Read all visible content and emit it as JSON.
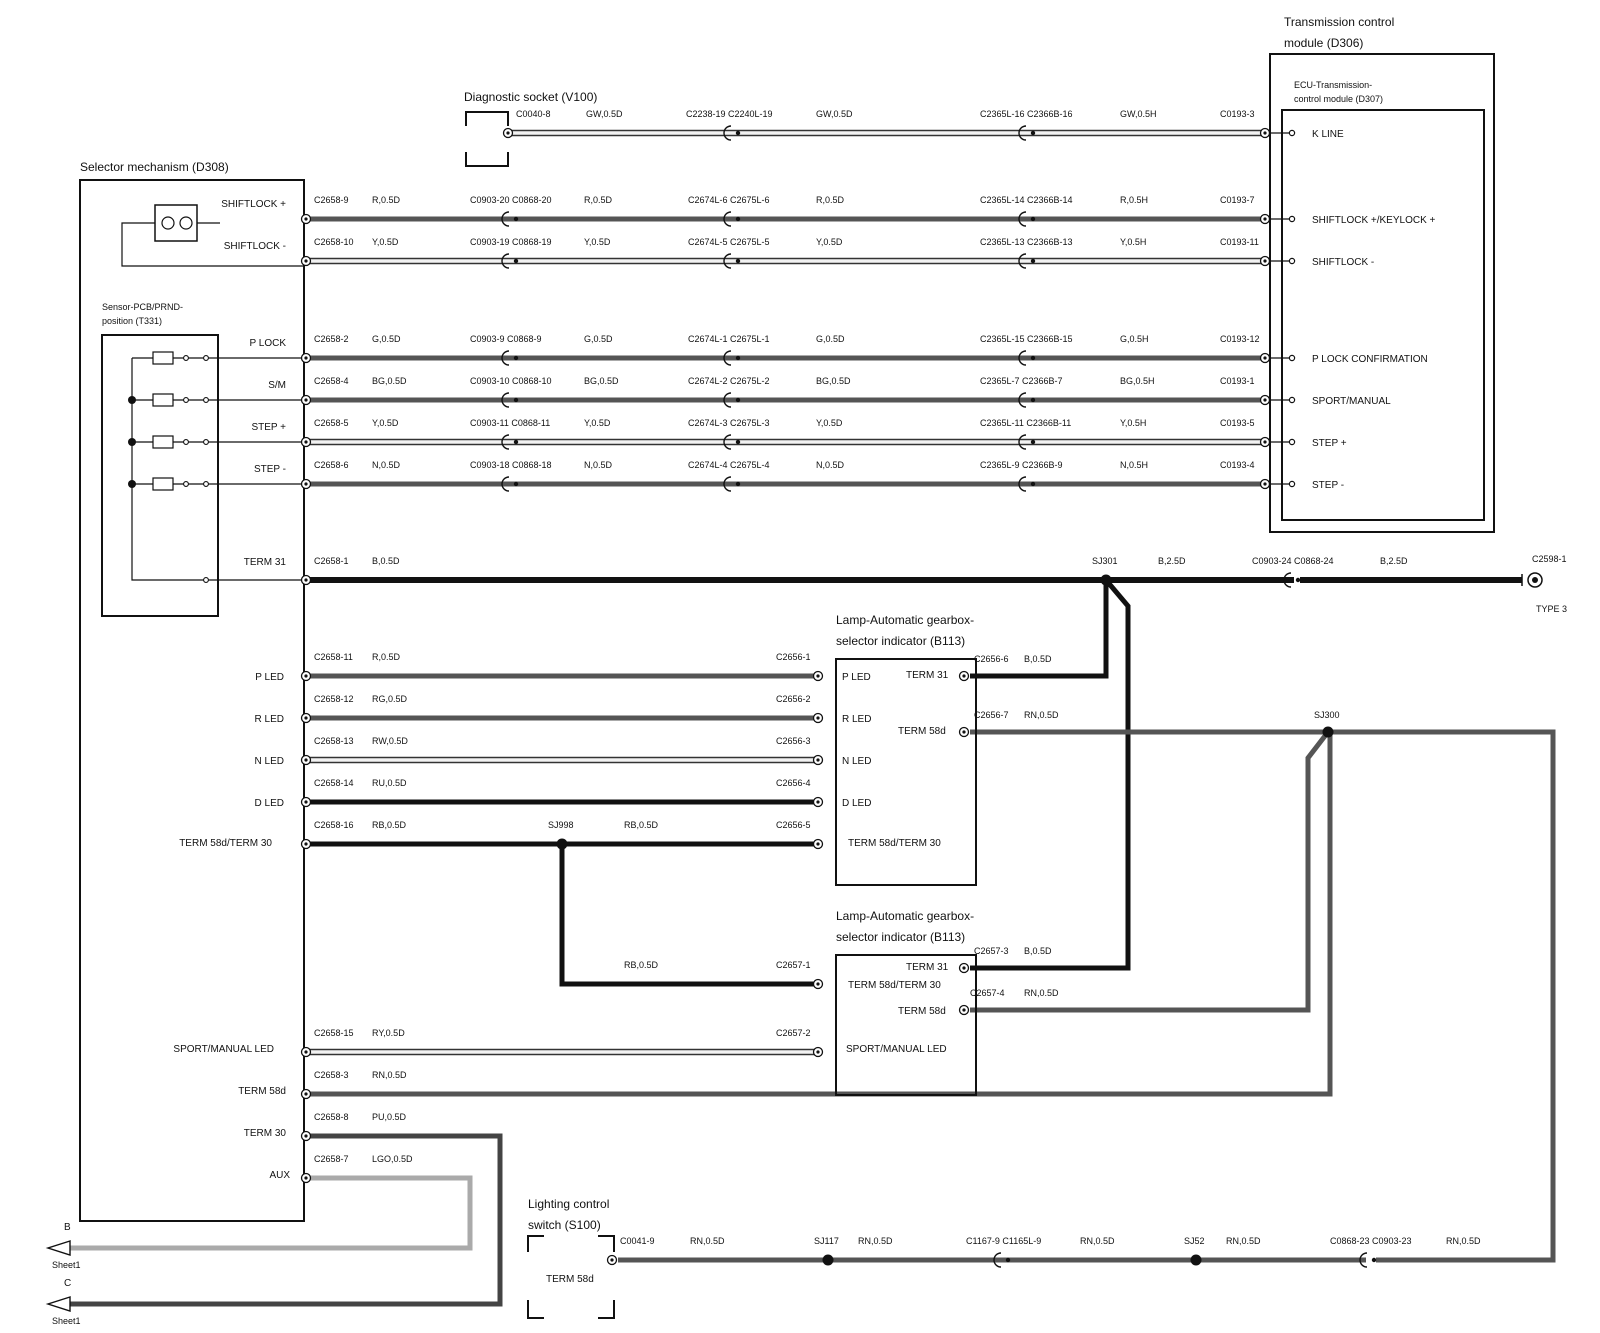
{
  "colors": {
    "R": "#555555",
    "G": "#555555",
    "Y": "#d6d6d6",
    "BG": "#555555",
    "N": "#555555",
    "B": "#111111",
    "RG": "#555555",
    "RW": "#d6d6d6",
    "RU": "#111111",
    "RB": "#111111",
    "RY": "#d6d6d6",
    "RN": "#555555",
    "PU": "#444444",
    "LGO": "#aaaaaa",
    "GW": "#d6d6d6"
  },
  "components": {
    "tcm": {
      "title1": "Transmission control",
      "title2": "module (D306)"
    },
    "ecu": {
      "title1": "ECU-Transmission-",
      "title2": "control module (D307)"
    },
    "diag": {
      "title": "Diagnostic socket (V100)"
    },
    "selector": {
      "title": "Selector mechanism (D308)"
    },
    "sensor": {
      "title1": "Sensor-PCB/PRND-",
      "title2": "position (T331)"
    },
    "lamp1": {
      "title1": "Lamp-Automatic gearbox-",
      "title2": "selector indicator (B113)"
    },
    "lamp2": {
      "title1": "Lamp-Automatic gearbox-",
      "title2": "selector indicator (B113)"
    },
    "lcs": {
      "title1": "Lighting control",
      "title2": "switch (S100)",
      "pin": "TERM 58d"
    },
    "type3": {
      "connector": "C2598-1",
      "label": "TYPE 3"
    }
  },
  "rows": [
    {
      "id": "kline",
      "left": "",
      "right": "K LINE",
      "conn": [
        "C0040-8",
        "C2238-19 C2240L-19",
        "C2365L-16 C2366B-16",
        "C0193-3"
      ],
      "wire": [
        "GW,0.5D",
        "GW,0.5D",
        "GW,0.5H"
      ]
    },
    {
      "id": "shiftlock-plus",
      "left": "SHIFTLOCK +",
      "right": "SHIFTLOCK +/KEYLOCK +",
      "conn": [
        "C2658-9",
        "C0903-20 C0868-20",
        "C2674L-6 C2675L-6",
        "C2365L-14 C2366B-14",
        "C0193-7"
      ],
      "wire": [
        "R,0.5D",
        "R,0.5D",
        "R,0.5D",
        "R,0.5H"
      ]
    },
    {
      "id": "shiftlock-minus",
      "left": "SHIFTLOCK -",
      "right": "SHIFTLOCK -",
      "conn": [
        "C2658-10",
        "C0903-19 C0868-19",
        "C2674L-5 C2675L-5",
        "C2365L-13 C2366B-13",
        "C0193-11"
      ],
      "wire": [
        "Y,0.5D",
        "Y,0.5D",
        "Y,0.5D",
        "Y,0.5H"
      ]
    },
    {
      "id": "plock",
      "left": "P LOCK",
      "right": "P LOCK CONFIRMATION",
      "conn": [
        "C2658-2",
        "C0903-9 C0868-9",
        "C2674L-1 C2675L-1",
        "C2365L-15 C2366B-15",
        "C0193-12"
      ],
      "wire": [
        "G,0.5D",
        "G,0.5D",
        "G,0.5D",
        "G,0.5H"
      ]
    },
    {
      "id": "sm",
      "left": "S/M",
      "right": "SPORT/MANUAL",
      "conn": [
        "C2658-4",
        "C0903-10 C0868-10",
        "C2674L-2 C2675L-2",
        "C2365L-7 C2366B-7",
        "C0193-1"
      ],
      "wire": [
        "BG,0.5D",
        "BG,0.5D",
        "BG,0.5D",
        "BG,0.5H"
      ]
    },
    {
      "id": "step-plus",
      "left": "STEP +",
      "right": "STEP +",
      "conn": [
        "C2658-5",
        "C0903-11 C0868-11",
        "C2674L-3 C2675L-3",
        "C2365L-11 C2366B-11",
        "C0193-5"
      ],
      "wire": [
        "Y,0.5D",
        "Y,0.5D",
        "Y,0.5D",
        "Y,0.5H"
      ]
    },
    {
      "id": "step-minus",
      "left": "STEP -",
      "right": "STEP -",
      "conn": [
        "C2658-6",
        "C0903-18 C0868-18",
        "C2674L-4 C2675L-4",
        "C2365L-9 C2366B-9",
        "C0193-4"
      ],
      "wire": [
        "N,0.5D",
        "N,0.5D",
        "N,0.5D",
        "N,0.5H"
      ]
    }
  ],
  "term31": {
    "left": "TERM 31",
    "conn1": "C2658-1",
    "wire1": "B,0.5D",
    "splice": "SJ301",
    "wire2": "B,2.5D",
    "conn2": "C0903-24 C0868-24",
    "wire3": "B,2.5D"
  },
  "leds": [
    {
      "left": "P LED",
      "conn": "C2658-11",
      "wire": "R,0.5D",
      "lampconn": "C2656-1",
      "lamppin": "P LED"
    },
    {
      "left": "R LED",
      "conn": "C2658-12",
      "wire": "RG,0.5D",
      "lampconn": "C2656-2",
      "lamppin": "R LED"
    },
    {
      "left": "N LED",
      "conn": "C2658-13",
      "wire": "RW,0.5D",
      "lampconn": "C2656-3",
      "lamppin": "N LED"
    },
    {
      "left": "D LED",
      "conn": "C2658-14",
      "wire": "RU,0.5D",
      "lampconn": "C2656-4",
      "lamppin": "D LED"
    }
  ],
  "term58d30": {
    "left": "TERM 58d/TERM 30",
    "conn": "C2658-16",
    "wire1": "RB,0.5D",
    "splice": "SJ998",
    "wire2": "RB,0.5D",
    "lampconn": "C2656-5",
    "lamppin": "TERM 58d/TERM 30",
    "wire3": "RB,0.5D",
    "lamp2conn": "C2657-1",
    "lamp2pin": "TERM 58d/TERM 30"
  },
  "lamp1right": {
    "term31": "TERM 31",
    "c31": "C2656-6",
    "w31": "B,0.5D",
    "term58d": "TERM 58d",
    "c58": "C2656-7",
    "w58": "RN,0.5D",
    "splice": "SJ300"
  },
  "lamp2right": {
    "term31": "TERM 31",
    "c31": "C2657-3",
    "w31": "B,0.5D",
    "term58d": "TERM 58d",
    "c58": "C2657-4",
    "w58": "RN,0.5D"
  },
  "sportled": {
    "left": "SPORT/MANUAL LED",
    "conn": "C2658-15",
    "wire": "RY,0.5D",
    "lampconn": "C2657-2",
    "lamppin": "SPORT/MANUAL LED"
  },
  "term58d": {
    "left": "TERM 58d",
    "conn": "C2658-3",
    "wire": "RN,0.5D"
  },
  "term30": {
    "left": "TERM 30",
    "conn": "C2658-8",
    "wire": "PU,0.5D"
  },
  "aux": {
    "left": "AUX",
    "conn": "C2658-7",
    "wire": "LGO,0.5D"
  },
  "offsheet": [
    {
      "letter": "B",
      "sheet": "Sheet1"
    },
    {
      "letter": "C",
      "sheet": "Sheet1"
    }
  ],
  "bottom": {
    "c1": "C0041-9",
    "w1": "RN,0.5D",
    "s1": "SJ117",
    "w2": "RN,0.5D",
    "c2": "C1167-9 C1165L-9",
    "w3": "RN,0.5D",
    "s2": "SJ52",
    "w4": "RN,0.5D",
    "c3": "C0868-23 C0903-23",
    "w5": "RN,0.5D"
  }
}
